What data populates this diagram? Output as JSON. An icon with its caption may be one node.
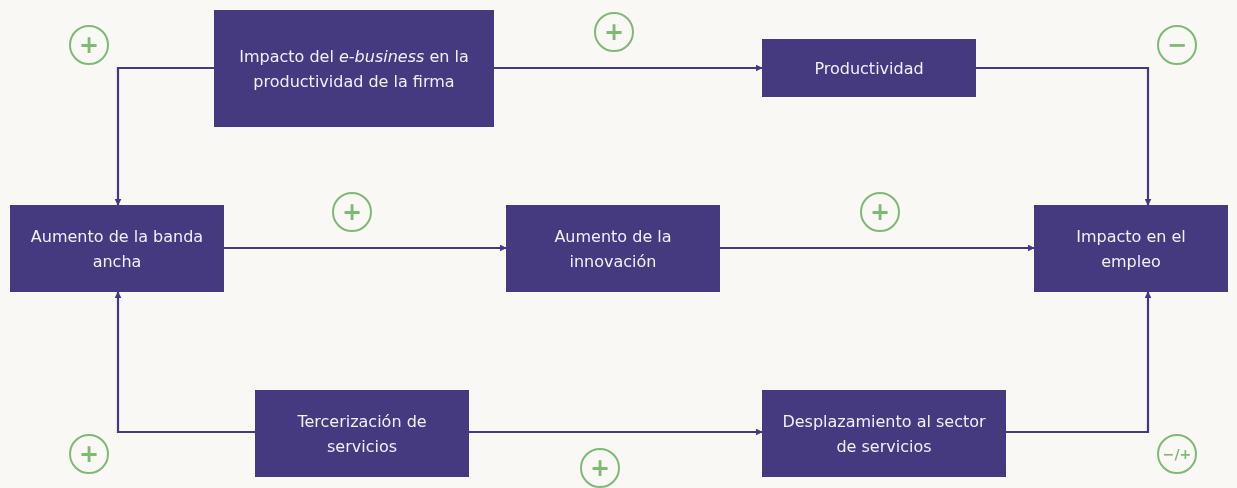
{
  "diagram": {
    "nodes": [
      {
        "text": [
          "Impacto del *e-business* en la productividad de la firma"
        ]
      },
      {
        "text": [
          "Productividad"
        ]
      },
      {
        "text": [
          "Aumento de la banda ancha"
        ]
      },
      {
        "text": [
          "Aumento de la innovación"
        ]
      },
      {
        "text": [
          "Impacto en el empleo"
        ]
      },
      {
        "text": [
          "Tercerización de servicios"
        ]
      },
      {
        "text": [
          "Desplazamiento al sector de servicios"
        ]
      }
    ],
    "edges": [
      {
        "from": 0,
        "to": 2,
        "arrow": "to",
        "label": "+"
      },
      {
        "from": 0,
        "to": 1,
        "arrow": "to",
        "label": "+"
      },
      {
        "from": 1,
        "to": 4,
        "arrow": "to",
        "label": "−"
      },
      {
        "from": 2,
        "to": 3,
        "arrow": "to",
        "label": "+"
      },
      {
        "from": 3,
        "to": 4,
        "arrow": "to",
        "label": "+"
      },
      {
        "from": 5,
        "to": 2,
        "arrow": "to",
        "label": "+"
      },
      {
        "from": 5,
        "to": 6,
        "arrow": "to",
        "label": "+"
      },
      {
        "from": 6,
        "to": 4,
        "arrow": "to",
        "label": "−/+"
      }
    ]
  }
}
